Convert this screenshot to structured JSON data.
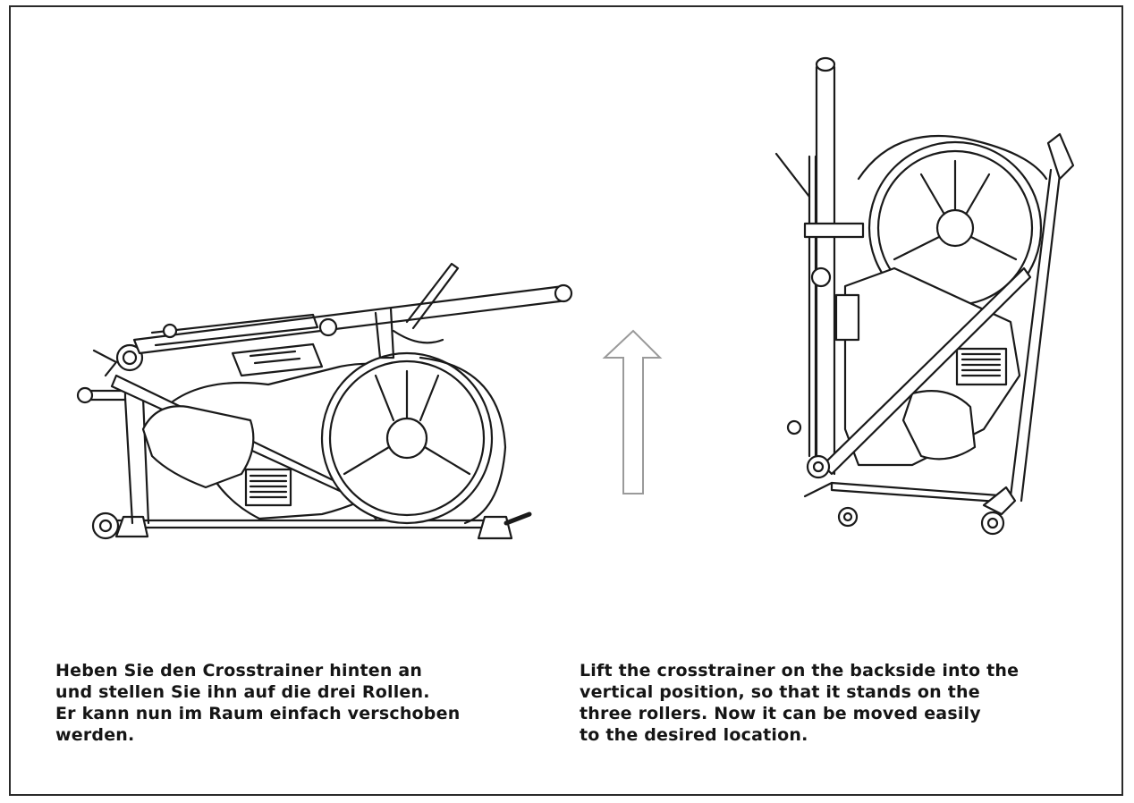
{
  "instructions": {
    "german": {
      "lines": [
        "Heben Sie den Crosstrainer hinten an",
        "und stellen Sie ihn auf die drei Rollen.",
        "Er kann nun im Raum einfach verschoben",
        "werden."
      ]
    },
    "english": {
      "lines": [
        "Lift the crosstrainer on the backside into the",
        "vertical position, so that it stands on the",
        "three rollers. Now it can be moved easily",
        "to the desired location."
      ]
    }
  },
  "illustrations": {
    "left": "crosstrainer-lying",
    "center": "up-arrow-icon",
    "right": "crosstrainer-upright"
  },
  "colors": {
    "line": "#1a1a1a",
    "arrow": "#9a9a9a",
    "background": "#ffffff"
  }
}
